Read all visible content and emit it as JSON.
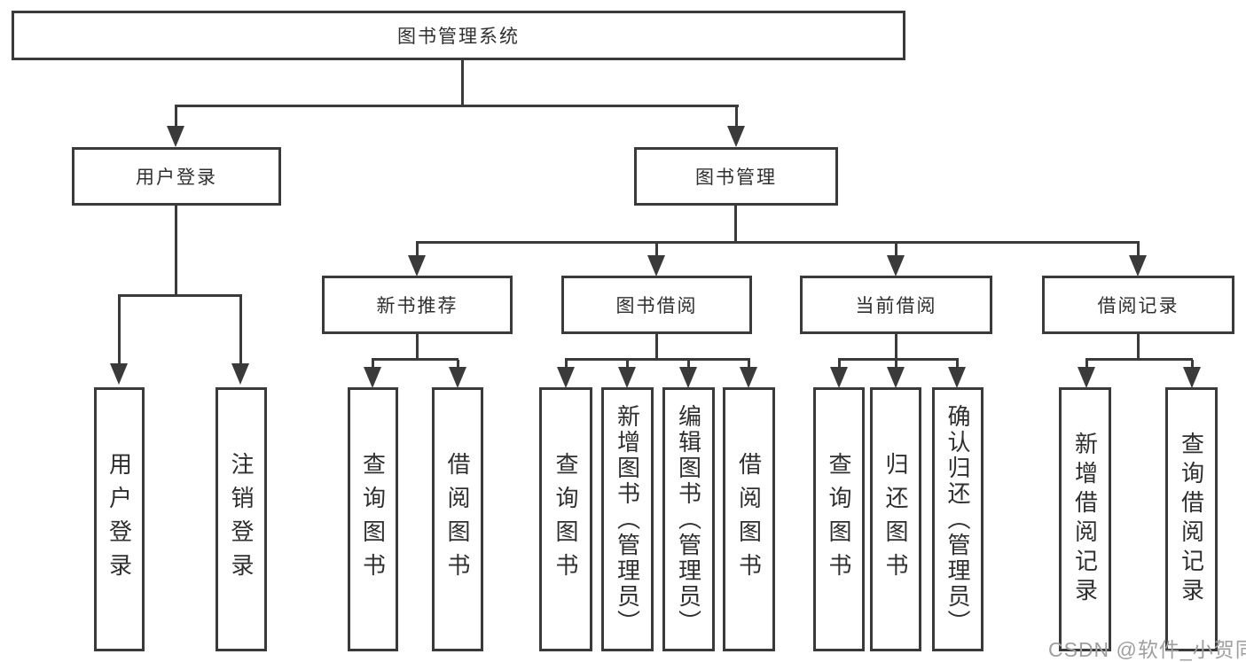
{
  "colors": {
    "line": "#3a3a3a",
    "text": "#2f2f2f",
    "watermark": "#9f9f9f",
    "background": "#ffffff"
  },
  "watermark": {
    "text": "CSDN @软件_小贺同学"
  },
  "tree": {
    "root": {
      "label": "图书管理系统"
    },
    "branches": [
      {
        "label": "用户登录",
        "children": [
          {
            "label": "用户登录"
          },
          {
            "label": "注销登录"
          }
        ]
      },
      {
        "label": "图书管理",
        "children": [
          {
            "label": "新书推荐",
            "children": [
              {
                "label": "查询图书"
              },
              {
                "label": "借阅图书"
              }
            ]
          },
          {
            "label": "图书借阅",
            "children": [
              {
                "label": "查询图书"
              },
              {
                "label": "新增图书（管理员）"
              },
              {
                "label": "编辑图书（管理员）"
              },
              {
                "label": "借阅图书"
              }
            ]
          },
          {
            "label": "当前借阅",
            "children": [
              {
                "label": "查询图书"
              },
              {
                "label": "归还图书"
              },
              {
                "label": "确认归还（管理员）"
              }
            ]
          },
          {
            "label": "借阅记录",
            "children": [
              {
                "label": "新增借阅记录"
              },
              {
                "label": "查询借阅记录"
              }
            ]
          }
        ]
      }
    ]
  }
}
